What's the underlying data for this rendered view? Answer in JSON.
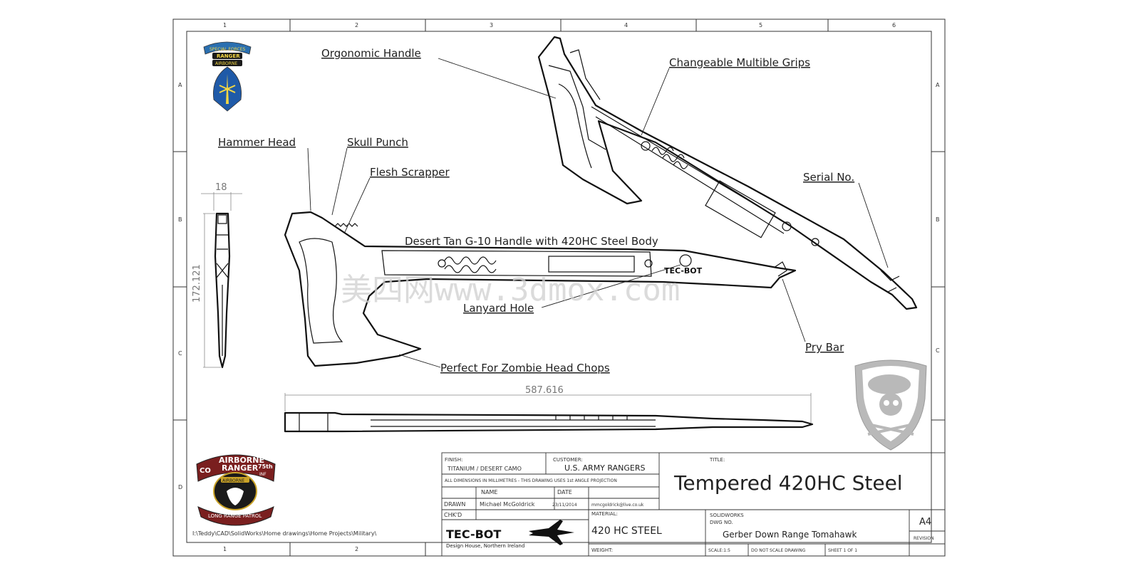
{
  "zones": {
    "columns": [
      "1",
      "2",
      "3",
      "4",
      "5",
      "6"
    ],
    "rows": [
      "A",
      "B",
      "C",
      "D"
    ]
  },
  "callouts": {
    "ergonomic_handle": "Orgonomic Handle",
    "grips": "Changeable Multible Grips",
    "hammer_head": "Hammer Head",
    "skull_punch": "Skull Punch",
    "flesh_scrapper": "Flesh Scrapper",
    "serial_no": "Serial No.",
    "handle_body": "Desert Tan G-10 Handle with 420HC Steel Body",
    "lanyard_hole": "Lanyard Hole",
    "pry_bar": "Pry Bar",
    "zombie": "Perfect For Zombie Head Chops"
  },
  "dimensions": {
    "width": "18",
    "height": "172.121",
    "length": "587.616"
  },
  "badges": {
    "sf_top": "SPECIAL FORCES",
    "sf_ranger": "RANGER",
    "sf_airborne": "AIRBORNE",
    "lrp_top": "AIRBORNE",
    "lrp_ranger": "RANGER",
    "lrp_co": "CO",
    "lrp_75": "75th",
    "lrp_inf": "INF",
    "lrp_tab": "AIRBORNE",
    "lrp_bottom": "LONG RANGE PATROL"
  },
  "watermark": "美四网www.3dmox.com",
  "tool_stamp": "TEC-BOT",
  "file_path": "I:\\Teddy\\CAD\\SolidWorks\\Home drawings\\Home Projects\\Military\\",
  "title_block": {
    "finish_label": "FINISH:",
    "finish": "TITANIUM / DESERT CAMO",
    "customer_label": "CUSTOMER:",
    "customer": "U.S. ARMY RANGERS",
    "note": "ALL DIMENSIONS IN MILLIMETRES - THIS DRAWING USES 1st ANGLE PROJECTION",
    "name_header": "NAME",
    "date_header": "DATE",
    "drawn_label": "DRAWN",
    "drawn_name": "Michael McGoldrick",
    "drawn_date": "23/11/2014",
    "email": "mmcgoldrick@live.co.uk",
    "chkd_label": "CHK'D",
    "title_label": "TITLE:",
    "title": "Tempered 420HC Steel",
    "material_label": "MATERIAL:",
    "material": "420 HC STEEL",
    "weight_label": "WEIGHT:",
    "solidworks_label": "SOLIDWORKS",
    "dwg_label": "DWG NO.",
    "dwg_no": "Gerber Down Range Tomahawk",
    "size": "A4",
    "revision_label": "REVISION",
    "scale_label": "SCALE:1:5",
    "noscale": "DO NOT SCALE DRAWING",
    "sheet": "SHEET 1 OF 1",
    "logo": "TEC-BOT",
    "logo_sub": "Design House, Northern Ireland"
  }
}
